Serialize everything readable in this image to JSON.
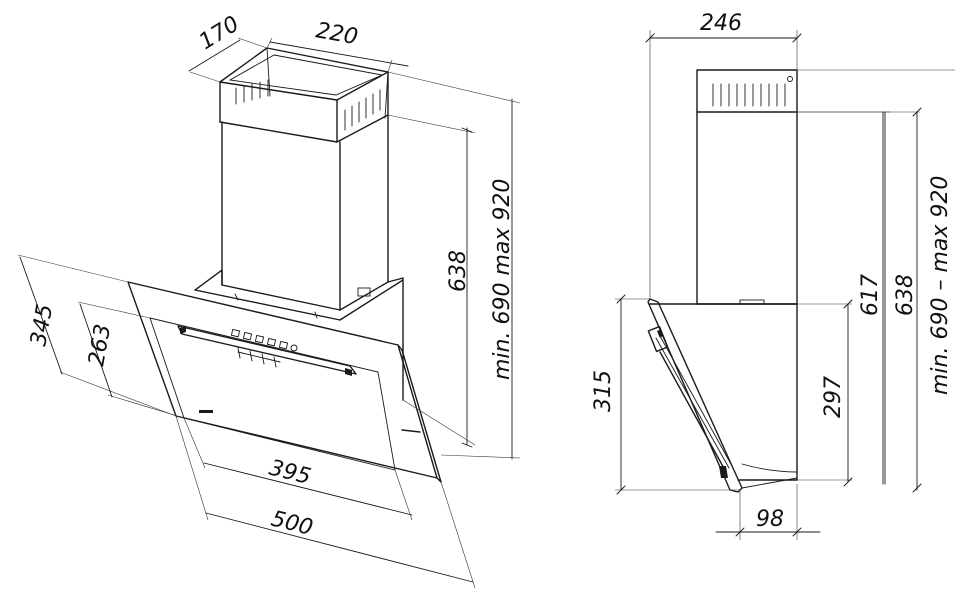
{
  "dimensions": {
    "left_view": {
      "duct_depth": "170",
      "duct_width": "220",
      "duct_height": "638",
      "total_height_range": "min. 690 max 920",
      "hood_depth_outer": "345",
      "hood_depth_inner": "263",
      "glass_width": "395",
      "hood_width": "500"
    },
    "right_view": {
      "top_width": "246",
      "height_617": "617",
      "height_638": "638",
      "total_height_range": "min. 690 – max 920",
      "hood_height": "315",
      "height_297": "297",
      "bottom_depth": "98"
    }
  },
  "colors": {
    "line": "#1a1a1a",
    "background": "#ffffff"
  }
}
